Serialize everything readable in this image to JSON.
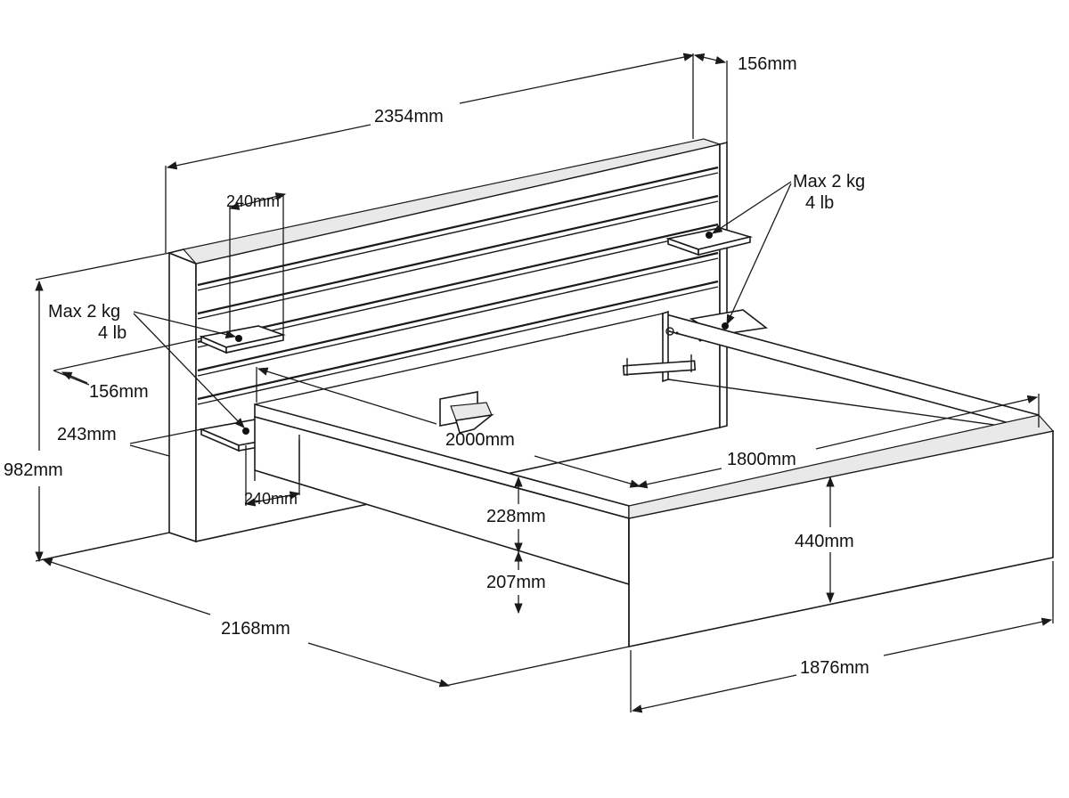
{
  "dimensions": {
    "headboard_width": "2354mm",
    "headboard_depth": "156mm",
    "total_height": "982mm",
    "total_length": "2168mm",
    "total_width": "1876mm",
    "mattress_length": "2000mm",
    "mattress_width": "1800mm",
    "frame_height": "440mm",
    "side_rail_height": "228mm",
    "under_clearance": "207mm",
    "shelf_width_top": "240mm",
    "shelf_width_bottom": "240mm",
    "shelf_depth": "156mm",
    "shelf_spacing": "243mm"
  },
  "load_labels": {
    "right": {
      "weight_kg": "Max 2 kg",
      "weight_lb": "4 lb"
    },
    "left": {
      "weight_kg": "Max 2 kg",
      "weight_lb": "4 lb"
    }
  },
  "colors": {
    "line": "#1a1a1a",
    "background": "#ffffff"
  }
}
